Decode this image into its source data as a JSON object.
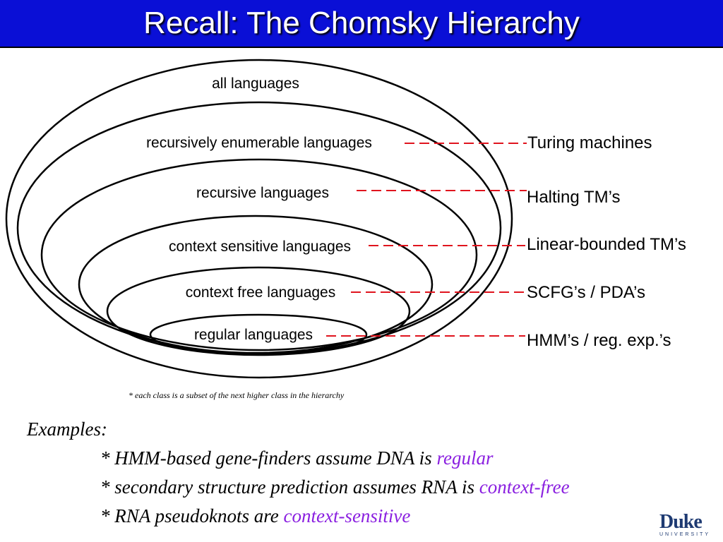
{
  "title": "Recall: The Chomsky Hierarchy",
  "rings": [
    {
      "label": "all languages"
    },
    {
      "label": "recursively enumerable languages",
      "machine": "Turing machines"
    },
    {
      "label": "recursive languages",
      "machine": "Halting TM’s"
    },
    {
      "label": "context sensitive languages",
      "machine": "Linear-bounded TM’s"
    },
    {
      "label": "context free languages",
      "machine": "SCFG’s / PDA’s"
    },
    {
      "label": "regular languages",
      "machine": "HMM’s / reg. exp.’s"
    }
  ],
  "footnote": "* each class is a subset of the next higher class in the hierarchy",
  "examples": {
    "heading": "Examples:",
    "lines": [
      {
        "text": "* HMM-based gene-finders assume DNA is ",
        "highlight": "regular"
      },
      {
        "text": "* secondary structure prediction assumes RNA is ",
        "highlight": "context-free"
      },
      {
        "text": "* RNA pseudoknots are ",
        "highlight": "context-sensitive"
      }
    ]
  },
  "logo": {
    "word": "Duke",
    "sub": "UNIVERSITY"
  },
  "colors": {
    "title_bar": "#0a0fd6",
    "title_text": "#ffffff",
    "connector": "#e0141e",
    "highlight": "#8a1fe0"
  }
}
